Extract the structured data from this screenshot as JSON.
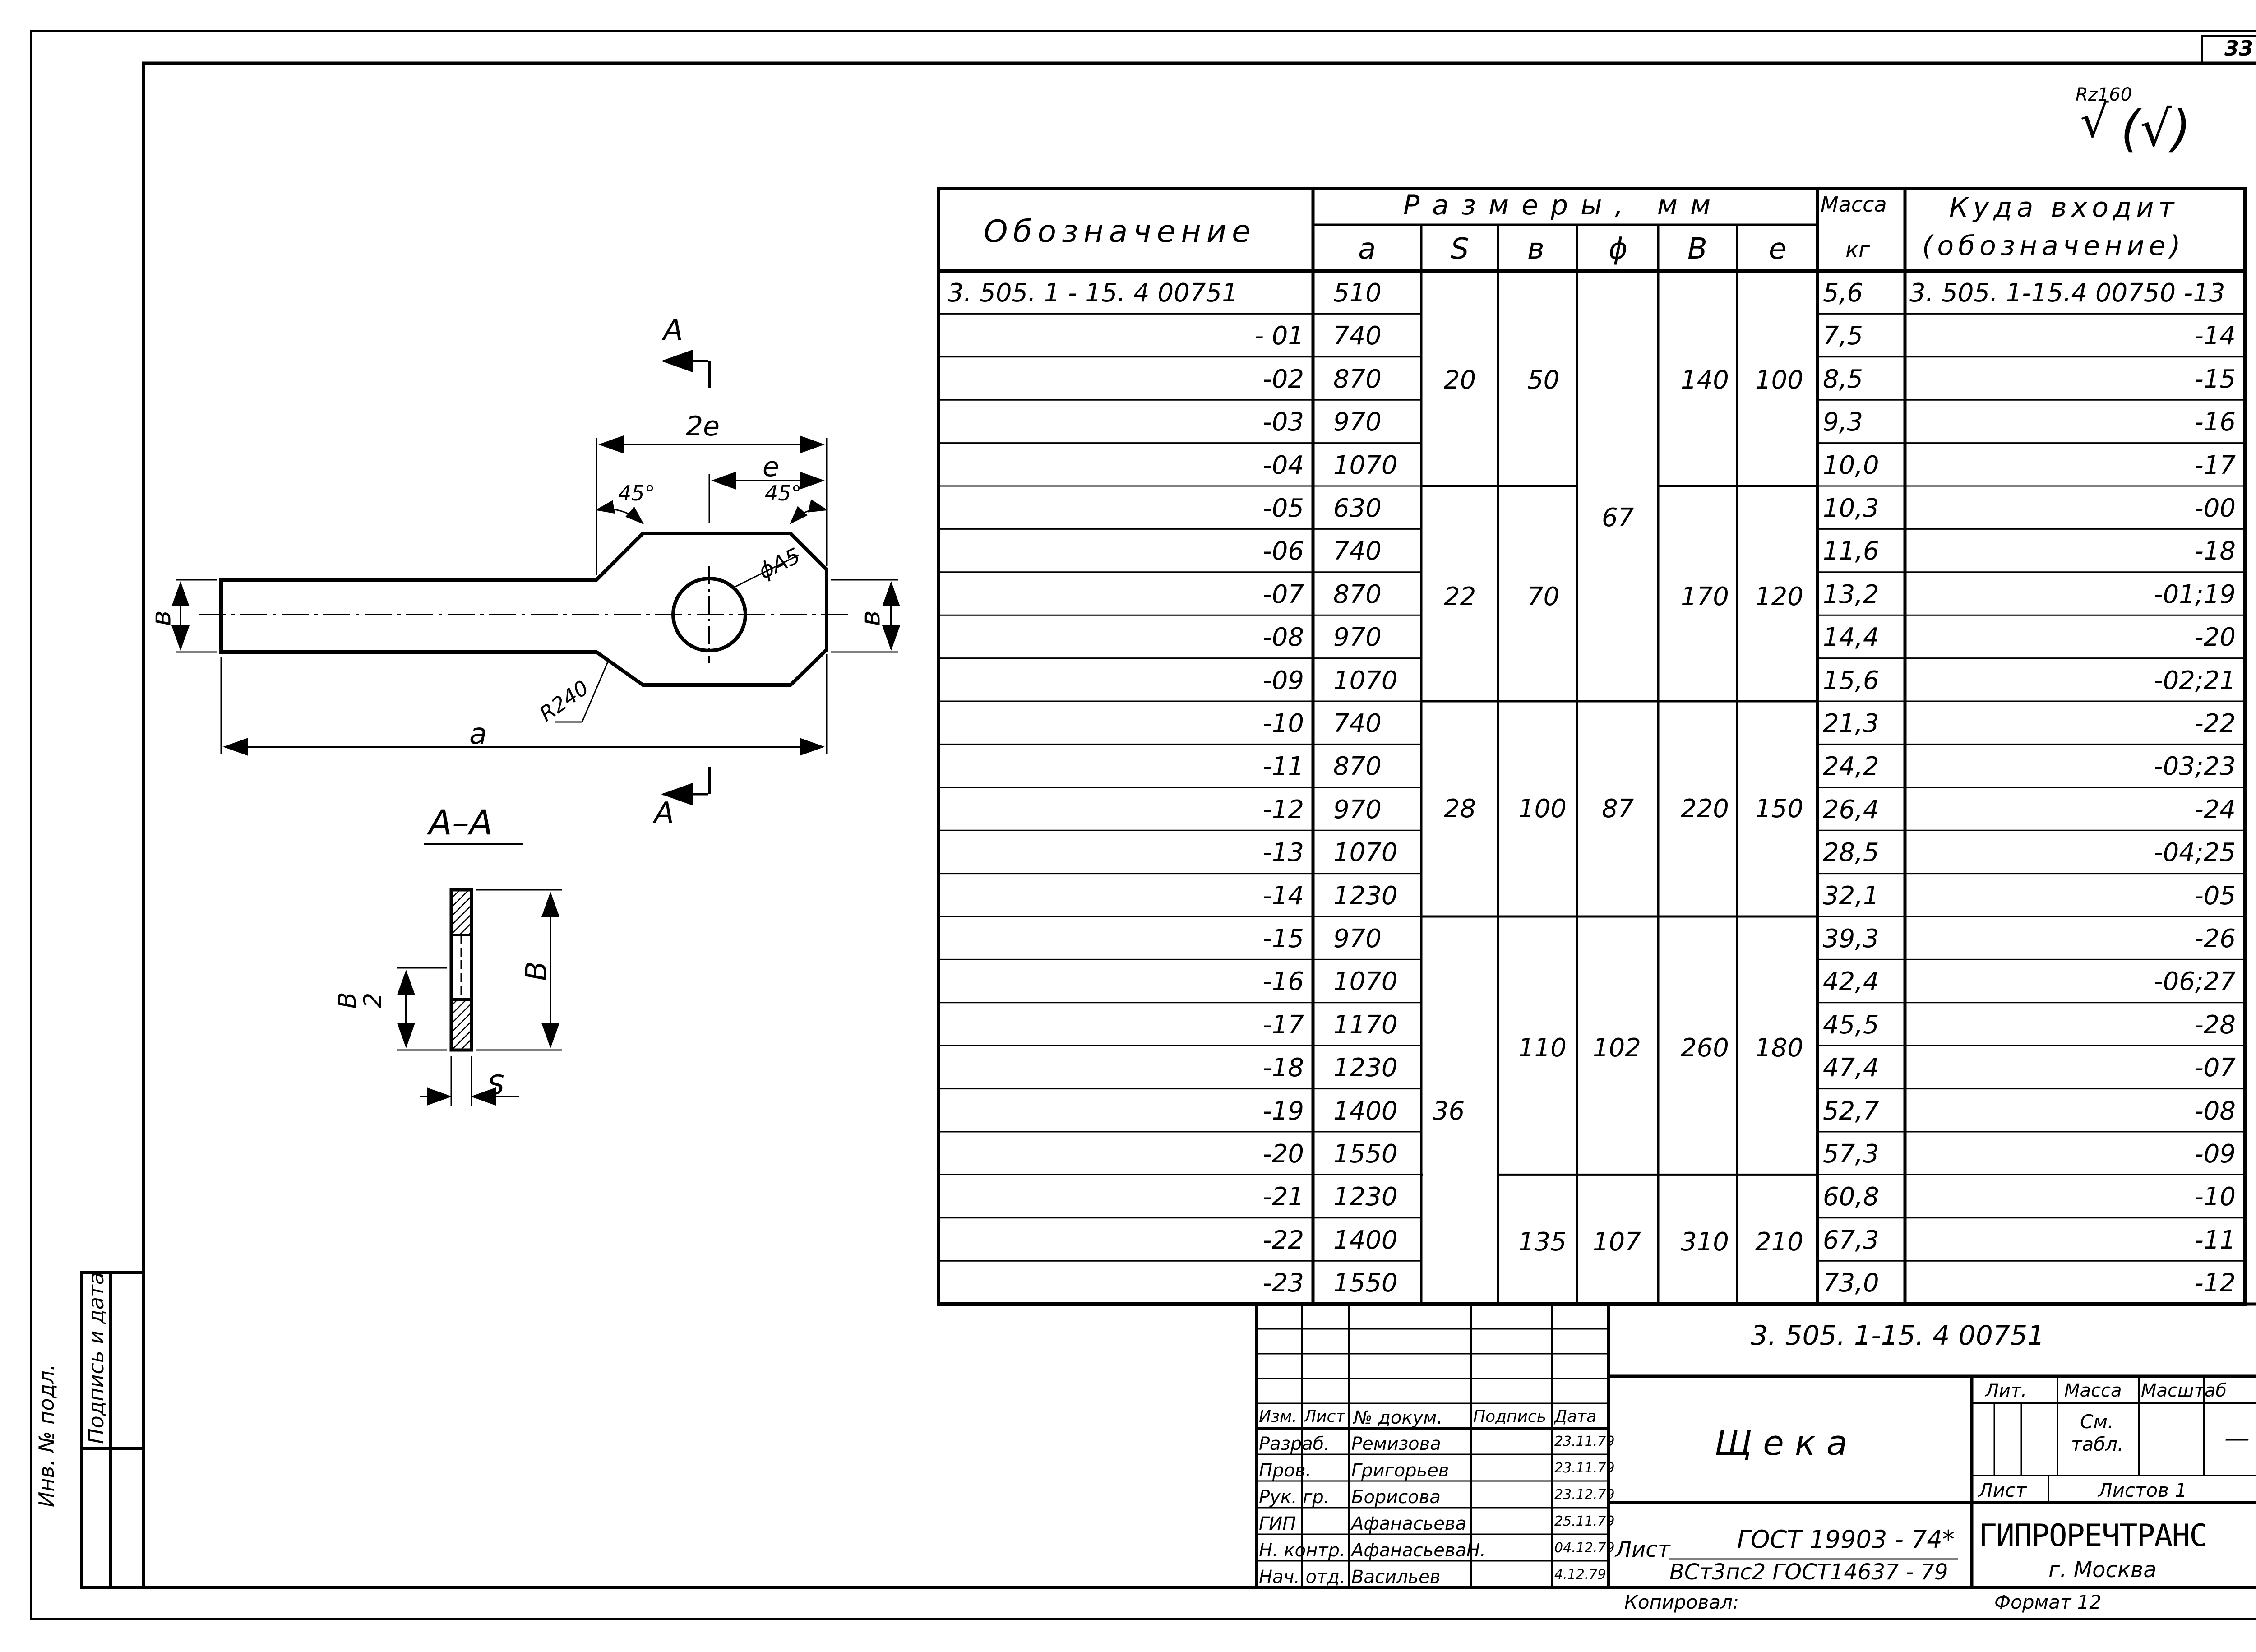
{
  "sheet_number": "33",
  "roughness": {
    "base_sign": "Rz160",
    "rest_sign": "(√)"
  },
  "drawing": {
    "section_mark_top": "А",
    "section_mark_bottom": "А",
    "dim_2e": "2е",
    "dim_e": "е",
    "angle_left": "45°",
    "angle_right": "45°",
    "hole_dia": "ϕА5",
    "radius": "R240",
    "dim_v_left": "в",
    "dim_v_right": "в",
    "dim_a": "а",
    "section_title": "А–А",
    "sec_dim_B": "В",
    "sec_dim_B2_num": "В",
    "sec_dim_B2_den": "2",
    "sec_dim_S": "S"
  },
  "table": {
    "col_designation": "Обозначение",
    "group_sizes": "Размеры, мм",
    "col_mass_top": "Масса",
    "col_mass_unit": "кг",
    "col_where_top": "Куда входит",
    "col_where_sub": "(обозначение)",
    "sub_a": "а",
    "sub_s": "S",
    "sub_v": "в",
    "sub_phi": "ϕ",
    "sub_B": "В",
    "sub_e": "е",
    "rows": [
      {
        "d": "3. 505. 1 - 15. 4  00751",
        "a": "510",
        "m": "5,6",
        "w": "3. 505. 1-15.4  00750 -13"
      },
      {
        "d": "- 01",
        "a": "740",
        "m": "7,5",
        "w": "-14"
      },
      {
        "d": "-02",
        "a": "870",
        "m": "8,5",
        "w": "-15"
      },
      {
        "d": "-03",
        "a": "970",
        "m": "9,3",
        "w": "-16"
      },
      {
        "d": "-04",
        "a": "1070",
        "m": "10,0",
        "w": "-17"
      },
      {
        "d": "-05",
        "a": "630",
        "m": "10,3",
        "w": "-00"
      },
      {
        "d": "-06",
        "a": "740",
        "m": "11,6",
        "w": "-18"
      },
      {
        "d": "-07",
        "a": "870",
        "m": "13,2",
        "w": "-01;19"
      },
      {
        "d": "-08",
        "a": "970",
        "m": "14,4",
        "w": "-20"
      },
      {
        "d": "-09",
        "a": "1070",
        "m": "15,6",
        "w": "-02;21"
      },
      {
        "d": "-10",
        "a": "740",
        "m": "21,3",
        "w": "-22"
      },
      {
        "d": "-11",
        "a": "870",
        "m": "24,2",
        "w": "-03;23"
      },
      {
        "d": "-12",
        "a": "970",
        "m": "26,4",
        "w": "-24"
      },
      {
        "d": "-13",
        "a": "1070",
        "m": "28,5",
        "w": "-04;25"
      },
      {
        "d": "-14",
        "a": "1230",
        "m": "32,1",
        "w": "-05"
      },
      {
        "d": "-15",
        "a": "970",
        "m": "39,3",
        "w": "-26"
      },
      {
        "d": "-16",
        "a": "1070",
        "m": "42,4",
        "w": "-06;27"
      },
      {
        "d": "-17",
        "a": "1170",
        "m": "45,5",
        "w": "-28"
      },
      {
        "d": "-18",
        "a": "1230",
        "m": "47,4",
        "w": "-07"
      },
      {
        "d": "-19",
        "a": "1400",
        "m": "52,7",
        "w": "-08"
      },
      {
        "d": "-20",
        "a": "1550",
        "m": "57,3",
        "w": "-09"
      },
      {
        "d": "-21",
        "a": "1230",
        "m": "60,8",
        "w": "-10"
      },
      {
        "d": "-22",
        "a": "1400",
        "m": "67,3",
        "w": "-11"
      },
      {
        "d": "-23",
        "a": "1550",
        "m": "73,0",
        "w": "-12"
      }
    ],
    "groups": [
      {
        "s": "20",
        "v": "50",
        "B": "140",
        "e": "100"
      },
      {
        "s": "22",
        "v": "70",
        "B": "170",
        "e": "120"
      },
      {
        "s": "28",
        "v": "100",
        "B": "220",
        "e": "150"
      },
      {
        "s": "36",
        "v": "110",
        "B": "260",
        "e": "180"
      },
      {
        "v": "135",
        "B": "310",
        "e": "210"
      }
    ],
    "phi_values": [
      "67",
      "87",
      "102",
      "107"
    ]
  },
  "title_block": {
    "doc_code": "3. 505. 1-15. 4   00751",
    "hdr_izm": "Изм.",
    "hdr_list": "Лист",
    "hdr_doc": "№ докум.",
    "hdr_sign": "Подпись",
    "hdr_date": "Дата",
    "roles": [
      {
        "role": "Разраб.",
        "name": "Ремизова",
        "date": "23.11.79"
      },
      {
        "role": "Пров.",
        "name": "Григорьев",
        "date": "23.11.79"
      },
      {
        "role": "Рук. гр.",
        "name": "Борисова",
        "date": "23.12.79"
      },
      {
        "role": "ГИП",
        "name": "Афанасьева",
        "date": "25.11.79"
      },
      {
        "role": "Н. контр.",
        "name": "АфанасьеваН.",
        "date": "04.12.79"
      },
      {
        "role": "Нач. отд.",
        "name": "Васильев",
        "date": "4.12.79"
      }
    ],
    "part_name": "Щека",
    "lit": "Лит.",
    "mass": "Масса",
    "scale": "Масштаб",
    "mass_value_1": "См.",
    "mass_value_2": "табл.",
    "scale_value": "—",
    "sheet": "Лист",
    "sheets": "Листов 1",
    "material_prefix": "Лист",
    "material_line1": "ГОСТ 19903 - 74*",
    "material_line2": "ВСт3пс2 ГОСТ14637 - 79",
    "organization": "ГИПРОРЕЧТРАНС",
    "city": "г. Москва",
    "copied": "Копировал:",
    "format": "Формат 12"
  },
  "side_stamp": {
    "inv": "Инв. № подл.",
    "sign": "Подпись и дата"
  }
}
